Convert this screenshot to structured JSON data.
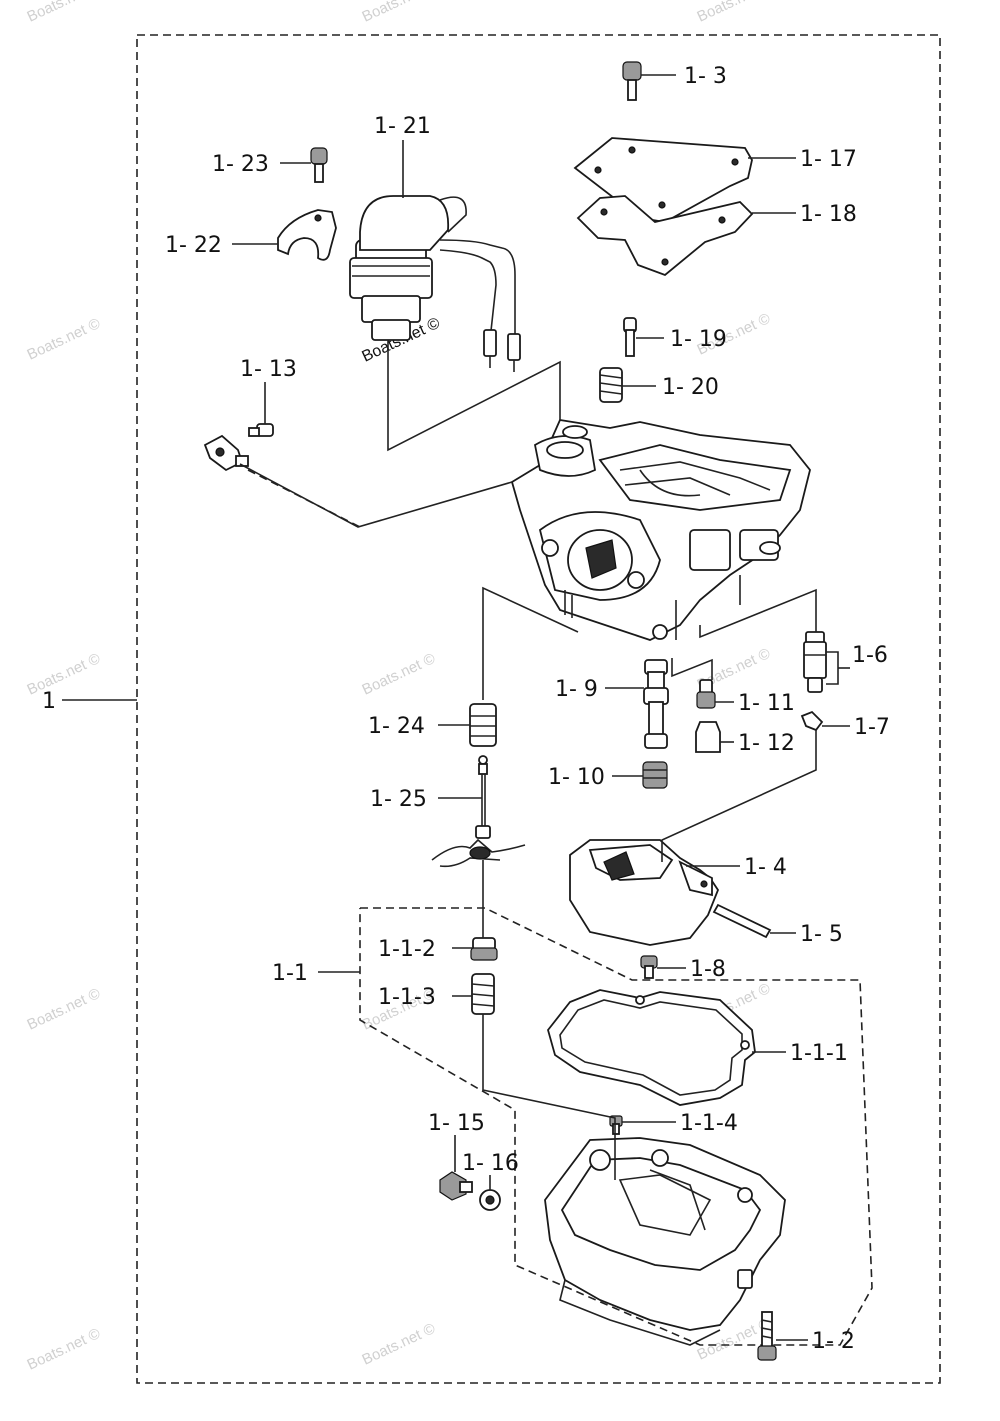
{
  "watermark": "Boats.net ©",
  "labels": {
    "l1": "1",
    "l1_1": "1-1",
    "l1_1_1": "1-1-1",
    "l1_1_2": "1-1-2",
    "l1_1_3": "1-1-3",
    "l1_1_4": "1-1-4",
    "l1_2": "1- 2",
    "l1_3": "1- 3",
    "l1_4": "1- 4",
    "l1_5": "1- 5",
    "l1_6": "1-6",
    "l1_7": "1-7",
    "l1_8": "1-8",
    "l1_9": "1- 9",
    "l1_10": "1- 10",
    "l1_11": "1- 11",
    "l1_12": "1- 12",
    "l1_13": "1- 13",
    "l1_15": "1- 15",
    "l1_16": "1- 16",
    "l1_17": "1- 17",
    "l1_18": "1- 18",
    "l1_19": "1- 19",
    "l1_20": "1- 20",
    "l1_21": "1- 21",
    "l1_22": "1- 22",
    "l1_23": "1- 23",
    "l1_24": "1- 24",
    "l1_25": "1- 25"
  }
}
